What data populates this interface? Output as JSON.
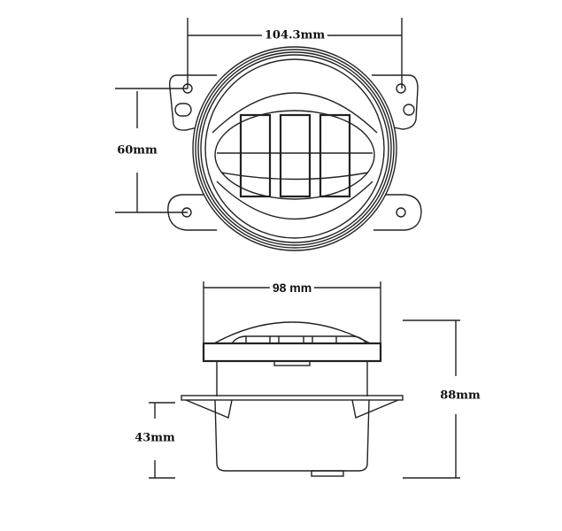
{
  "front_view": {
    "width_dimension": "104.3mm",
    "hole_spacing_dimension": "60mm"
  },
  "side_view": {
    "width_dimension": "98 mm",
    "total_depth_dimension": "88mm",
    "mount_depth_dimension": "43mm"
  }
}
